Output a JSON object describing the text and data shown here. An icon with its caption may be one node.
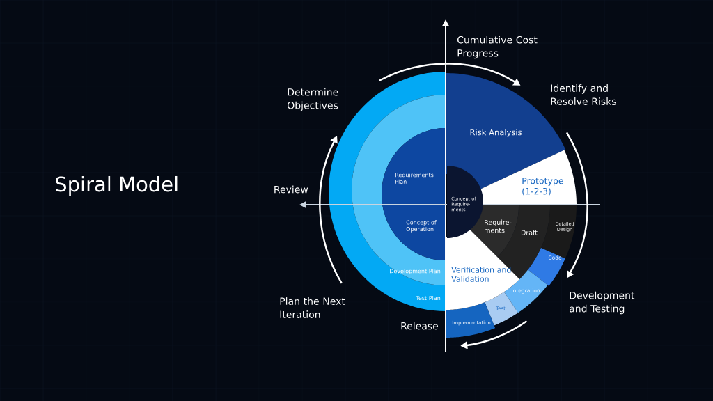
{
  "diagram": {
    "title": "Spiral Model",
    "nodes": [
      {
        "text": [
          "Requirements Plan"
        ]
      },
      {
        "text": [
          "Concept of Operation"
        ]
      },
      {
        "text": [
          "Development Plan"
        ]
      },
      {
        "text": [
          "Test Plan"
        ]
      },
      {
        "text": [
          "Risk Analysis"
        ]
      },
      {
        "text": [
          "Prototype (1-2-3)"
        ]
      },
      {
        "text": [
          "Concept of Require- ments"
        ]
      },
      {
        "text": [
          "Require- ments"
        ]
      },
      {
        "text": [
          "Draft"
        ]
      },
      {
        "text": [
          "Detailed Design"
        ]
      },
      {
        "text": [
          "Verification and Validation"
        ]
      },
      {
        "text": [
          "Code"
        ]
      },
      {
        "text": [
          "Integration"
        ]
      },
      {
        "text": [
          "Test"
        ]
      },
      {
        "text": [
          "Implementation"
        ]
      }
    ],
    "labels": [
      "Cumulative Cost Progress",
      "Determine Objectives",
      "Identify and Resolve Risks",
      "Review",
      "Plan the Next Iteration",
      "Development and Testing",
      "Release"
    ]
  }
}
